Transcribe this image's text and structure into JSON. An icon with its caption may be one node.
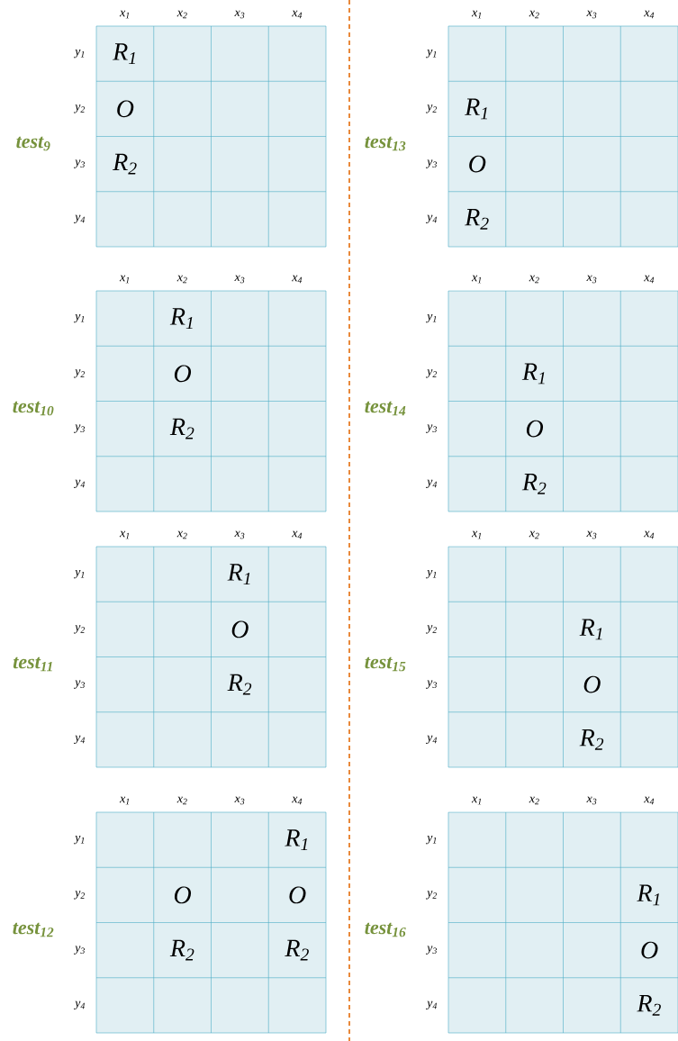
{
  "diagram": {
    "labels": [
      "test$_{9}$",
      "x$_{1}$",
      "x$_{2}$",
      "x$_{3}$",
      "x$_{4}$",
      "y$_{1}$",
      "y$_{2}$",
      "y$_{3}$",
      "y$_{4}$",
      "R$_{1}$",
      "O",
      "R$_{2}$",
      "test$_{10}$",
      "x$_{1}$",
      "x$_{2}$",
      "x$_{3}$",
      "x$_{4}$",
      "y$_{1}$",
      "y$_{2}$",
      "y$_{3}$",
      "y$_{4}$",
      "R$_{1}$",
      "O",
      "R$_{2}$",
      "test$_{11}$",
      "x$_{1}$",
      "x$_{2}$",
      "x$_{3}$",
      "x$_{4}$",
      "y$_{1}$",
      "y$_{2}$",
      "y$_{3}$",
      "y$_{4}$",
      "R$_{1}$",
      "O",
      "R$_{2}$",
      "test$_{12}$",
      "x$_{1}$",
      "x$_{2}$",
      "x$_{3}$",
      "x$_{4}$",
      "y$_{1}$",
      "y$_{2}$",
      "y$_{3}$",
      "y$_{4}$",
      "R$_{1}$",
      "O",
      "O",
      "R$_{2}$",
      "R$_{2}$",
      "test$_{13}$",
      "x$_{1}$",
      "x$_{2}$",
      "x$_{3}$",
      "x$_{4}$",
      "y$_{1}$",
      "y$_{2}$",
      "y$_{3}$",
      "y$_{4}$",
      "R$_{1}$",
      "O",
      "R$_{2}$",
      "test$_{14}$",
      "x$_{1}$",
      "x$_{2}$",
      "x$_{3}$",
      "x$_{4}$",
      "y$_{1}$",
      "y$_{2}$",
      "y$_{3}$",
      "y$_{4}$",
      "R$_{1}$",
      "O",
      "R$_{2}$",
      "test$_{15}$",
      "x$_{1}$",
      "x$_{2}$",
      "x$_{3}$",
      "x$_{4}$",
      "y$_{1}$",
      "y$_{2}$",
      "y$_{3}$",
      "y$_{4}$",
      "R$_{1}$",
      "O",
      "R$_{2}$",
      "test$_{16}$",
      "x$_{1}$",
      "x$_{2}$",
      "x$_{3}$",
      "x$_{4}$",
      "y$_{1}$",
      "y$_{2}$",
      "y$_{3}$",
      "y$_{4}$",
      "R$_{1}$",
      "O",
      "R$_{2}$"
    ]
  }
}
